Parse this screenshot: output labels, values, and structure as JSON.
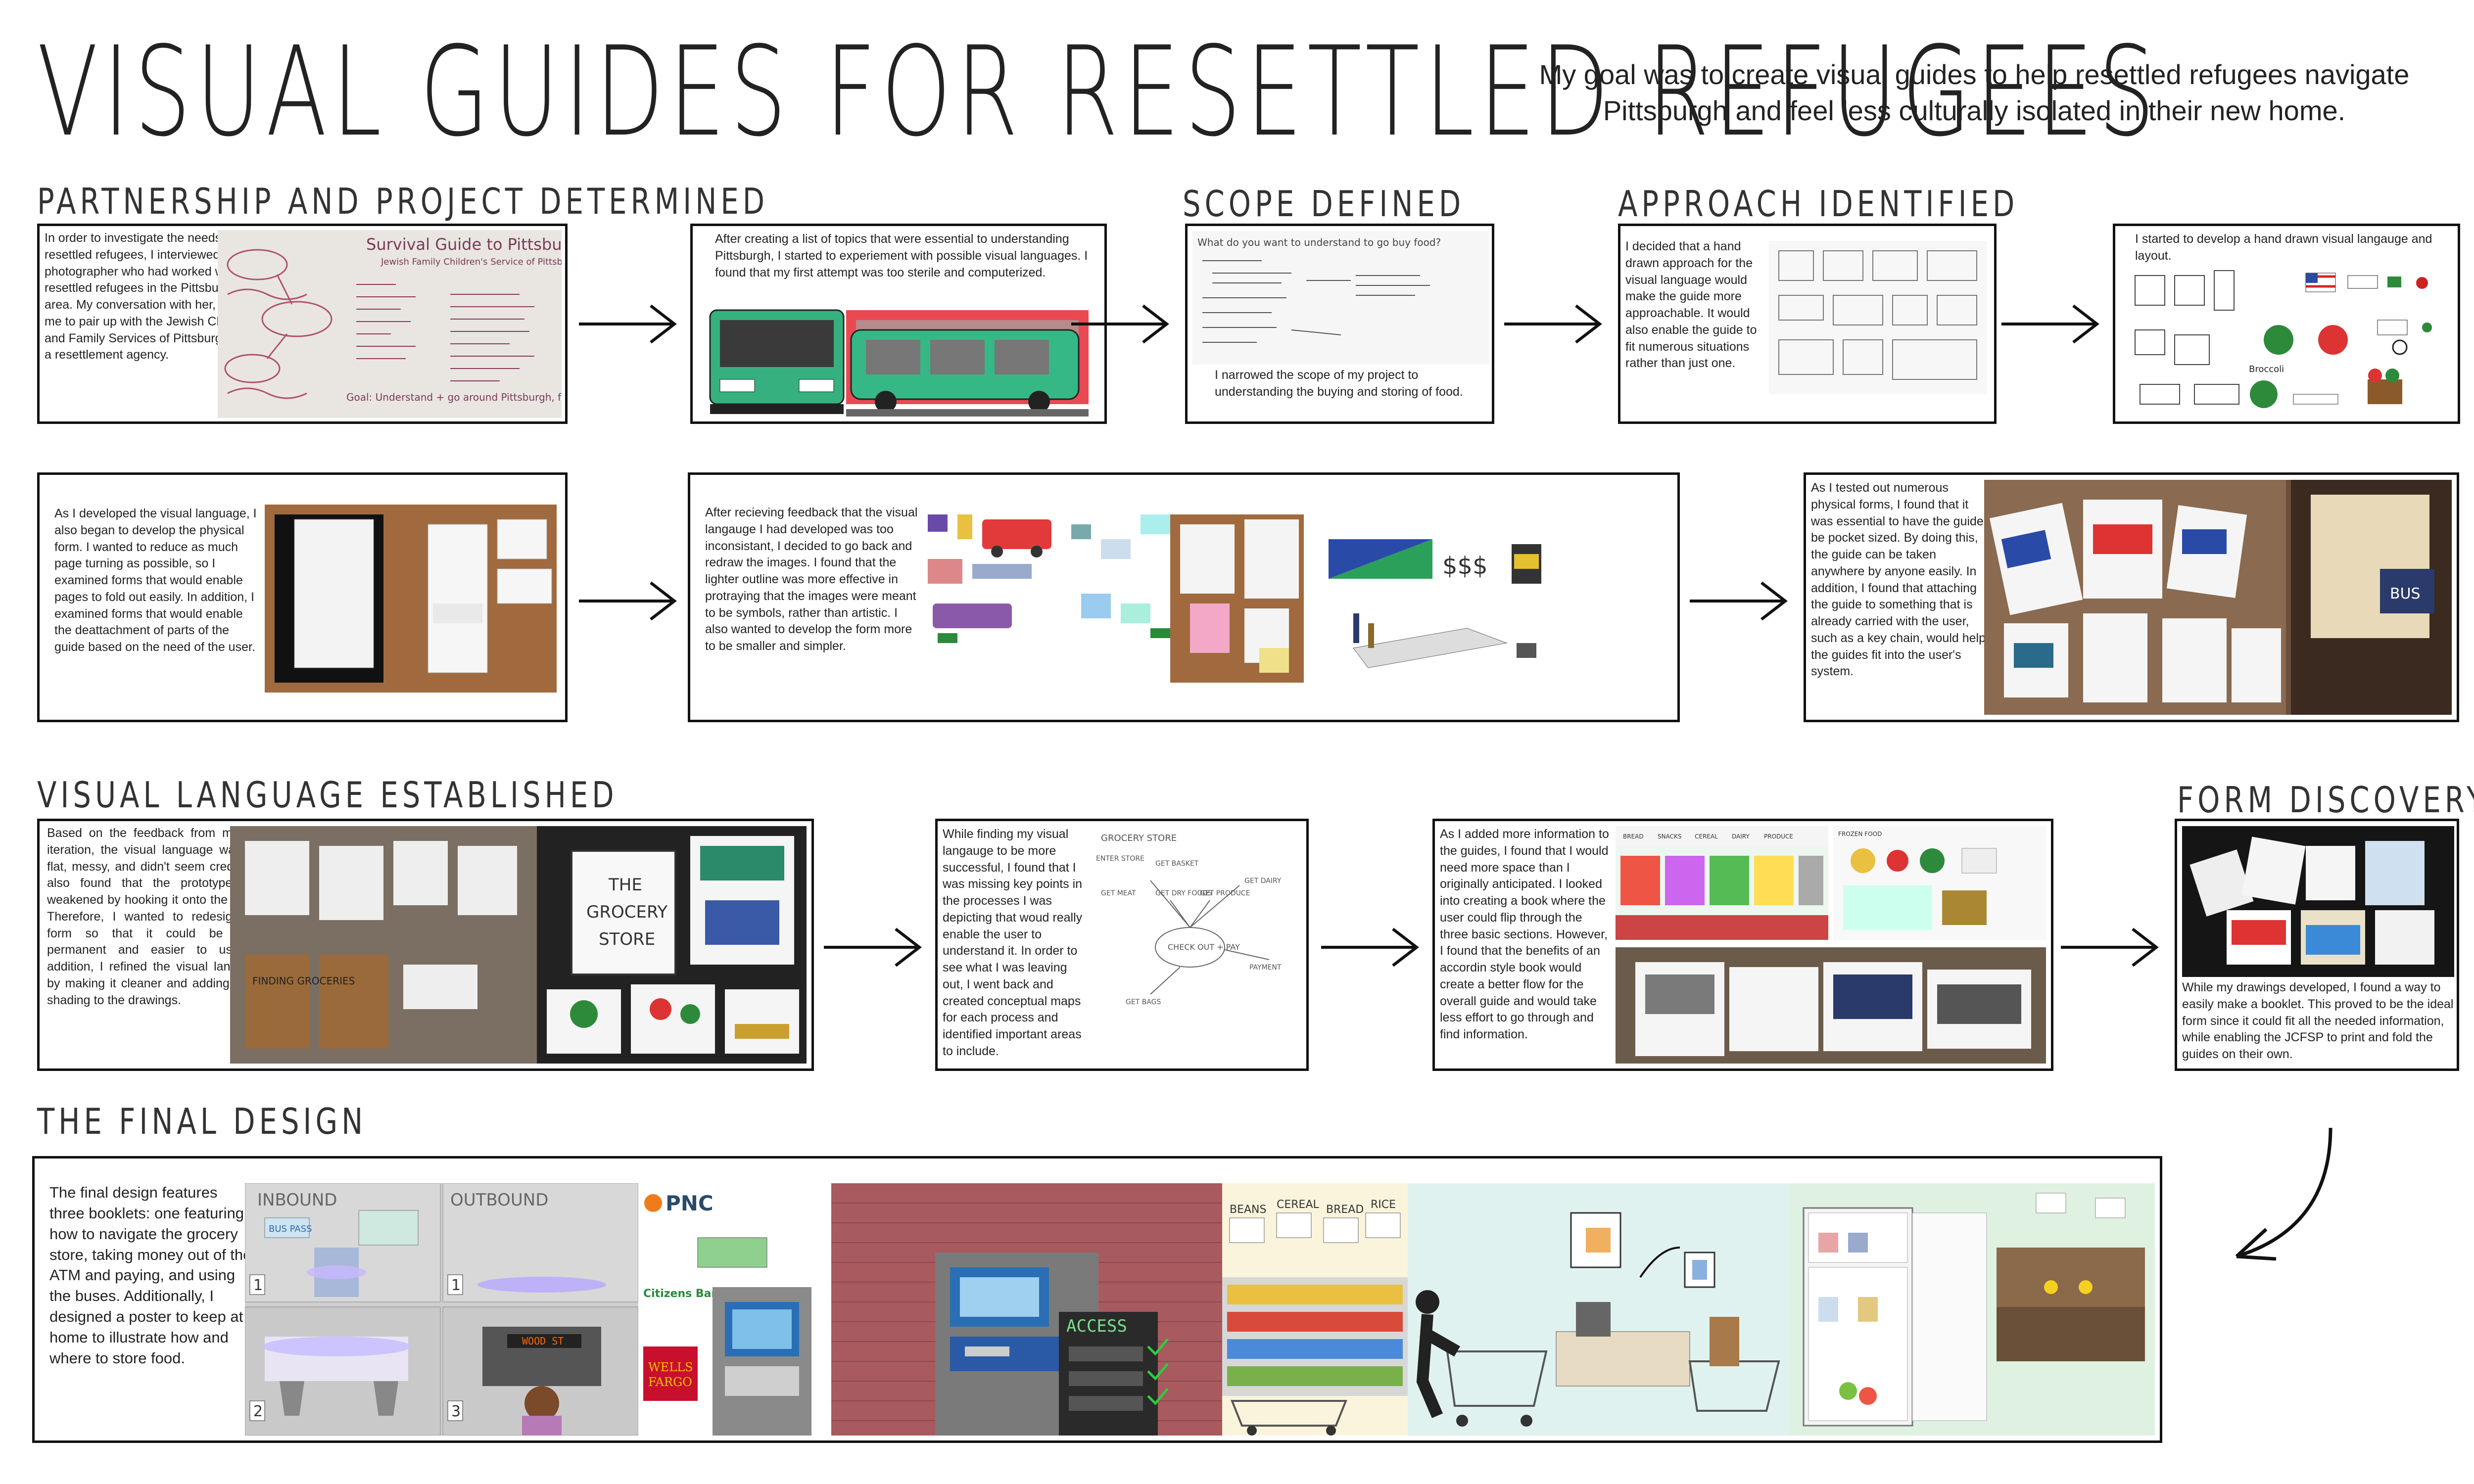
{
  "title": "VISUAL GUIDES FOR RESETTLED REFUGEES",
  "goal": "My goal was to create visual guides to help resettled refugees navigate Pittsburgh and feel less culturally isolated in their new home.",
  "headings": {
    "partnership": "PARTNERSHIP AND PROJECT DETERMINED",
    "scope": "SCOPE DEFINED",
    "approach": "APPROACH IDENTIFIED",
    "visual_language": "VISUAL LANGUAGE ESTABLISHED",
    "form": "FORM DISCOVERY",
    "final": "THE FINAL DESIGN"
  },
  "panels": {
    "p1": "In order to investigate the needs of resettled refugees, I interviewed a photographer who had worked with resettled refugees in the Pittsburgh area. My conversation with her, led me to pair up with the Jewish Child and Family Services of Pittsburgh, a resettlement agency.",
    "p2": "After creating a list of topics that were essential to understanding Pittsburgh, I started to experiement with possible visual languages. I found that my first attempt was too sterile and computerized.",
    "p3": "I narrowed the scope of my project to understanding the buying and storing of food.",
    "p4": "I decided that a hand drawn approach for the visual language would make the guide more approachable. It would also enable the guide to fit numerous situations rather than just one.",
    "p5": "I started to develop a hand drawn visual langauge and layout.",
    "p6": "As I developed the visual language, I also began to develop the physical form. I wanted to reduce as much page turning as possible, so I examined forms that would enable pages to fold out easily. In addition, I examined forms that would enable the deattachment of parts of the guide based on the need of the user.",
    "p7": "After recieving feedback that the visual langauge I had developed was too inconsistant, I decided to go back and redraw the images. I found that the lighter outline was more effective in protraying that the images were meant to be symbols, rather than artistic. I also wanted to develop the form more to be smaller and simpler.",
    "p8": "As I tested out numerous physical forms, I found that it was essential to have the guide be pocket sized. By doing this, the guide can be taken anywhere by anyone easily. In addition, I found that attaching the guide to something that is already carried with the user, such as a key chain, would help the guides fit into the user's system.",
    "p9": "Based on the feedback from my last iteration, the visual language was too flat, messy, and didn't seem credible. I also found that the prototype was weakened by hooking it onto the chain. Therefore, I wanted to redesign the form so that it could be more permanent and easier to use. In addition, I refined the visual language by making it cleaner and adding some shading to the drawings.",
    "p10": "While finding my visual langauge to be more successful, I found that I was missing key points in the processes I was depicting that woud really enable the user to understand it. In order to see what I was leaving out, I went back and created conceptual maps for each process and identified important areas to include.",
    "p11": "As I added more information to the guides, I found that I would need more space than I originally anticipated. I looked into creating a book where the user could flip through the three basic sections. However, I found that the benefits of an accordin style book would create a better flow for the overall guide and would take less effort to go through and find information.",
    "p12": "While my drawings developed, I found a way to easily make a booklet. This proved to be the ideal form since it could fit all the needed information, while enabling the JCFSP to print and fold the guides on their own.",
    "final": "The final design features three booklets: one featuring how to navigate the grocery store, taking money out of the ATM and paying, and using the buses. Additionally, I designed a poster to keep at home to illustrate how and where to store food."
  },
  "photo_labels": {
    "whiteboard_title": "Survival Guide to Pittsburgh",
    "whiteboard_sub": "Jewish Family Children's Service of Pittsburgh",
    "whiteboard_goal": "Goal: Understand + go around Pittsburgh, feel less culturally isolated",
    "sketch_question": "What do you want to understand to go buy food?",
    "card_line1": "THE",
    "card_line2": "GROCERY",
    "card_line3": "STORE",
    "broccoli": "Broccoli",
    "blue_card": "BUS",
    "finding_groceries": "FINDING GROCERIES",
    "map_center": "CHECK OUT + PAY",
    "map_top": "GROCERY STORE",
    "map_items": [
      "ENTER STORE",
      "GET BASKET",
      "GET MEAT",
      "GET DRY FOODS",
      "GET PRODUCE",
      "GET DAIRY",
      "GET BAGS",
      "PAYMENT"
    ],
    "aisle_labels": [
      "BREAD",
      "SNACKS",
      "CEREAL",
      "DAIRY",
      "PRODUCE",
      "FROZEN FOOD"
    ]
  },
  "final_labels": {
    "inbound": "INBOUND",
    "outbound": "OUTBOUND",
    "bus_pass": "BUS PASS",
    "wood_st": "WOOD ST",
    "pnc": "PNC",
    "citizens": "Citizens Bank",
    "wells_fargo_1": "WELLS",
    "wells_fargo_2": "FARGO",
    "access": "ACCESS",
    "beans": "BEANS",
    "cereal": "CEREAL",
    "bread": "BREAD",
    "rice": "RICE",
    "n1": "1",
    "n1b": "1",
    "n2": "2",
    "n3": "3"
  },
  "colors": {
    "ink": "#111111",
    "bus_green": "#35b080",
    "bus_red": "#d8352a",
    "atm_blue": "#2a6fb5",
    "brick": "#a85a5e",
    "pnc_orange": "#ef7b1a",
    "wells_red": "#c8102e"
  }
}
